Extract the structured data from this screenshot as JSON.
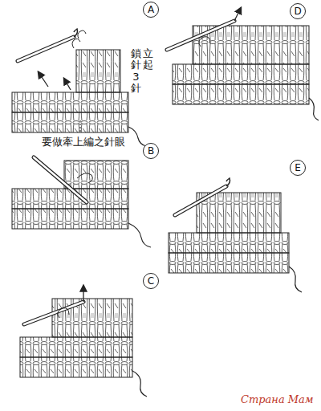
{
  "diagram": {
    "nodes": [
      {
        "text": [
          "A"
        ]
      },
      {
        "text": [
          "D"
        ]
      },
      {
        "text": [
          "B"
        ]
      },
      {
        "text": [
          "E"
        ]
      },
      {
        "text": [
          "C"
        ]
      }
    ],
    "labels": [
      "立起",
      "鎖針3針",
      "要做牽上編之針眼",
      "Страна Мам"
    ]
  }
}
